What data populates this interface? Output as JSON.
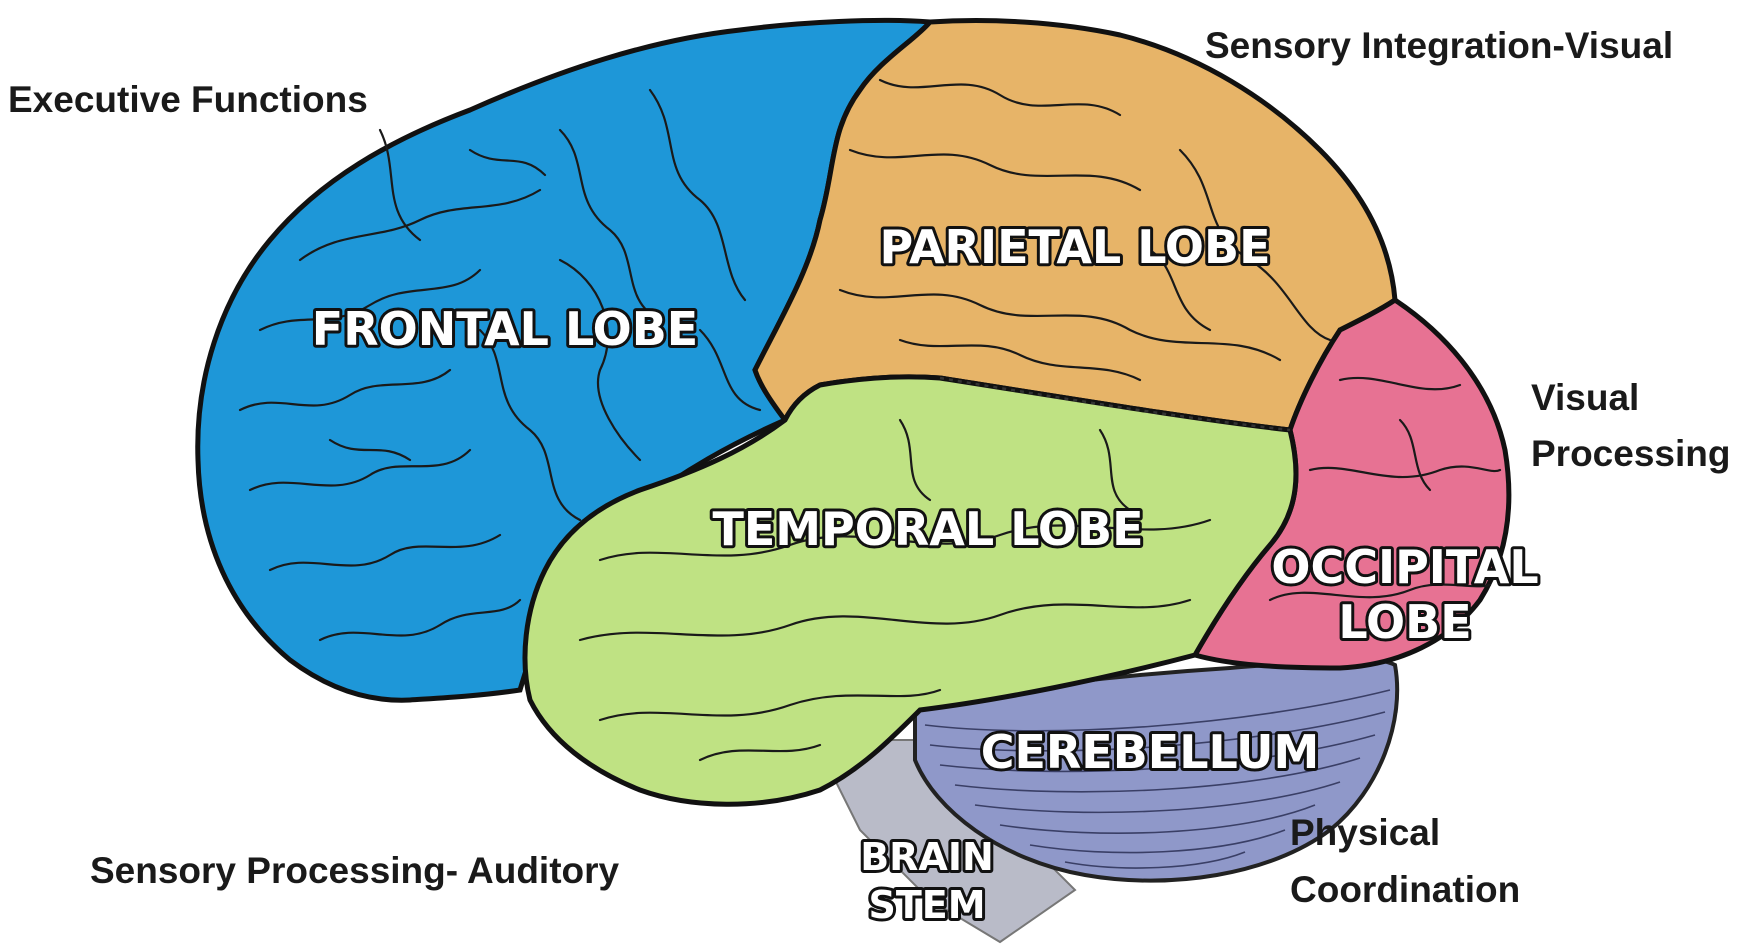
{
  "colors": {
    "frontal": "#1e97d8",
    "parietal": "#e7b468",
    "temporal": "#bfe283",
    "occipital": "#e77293",
    "cerebellum": "#8f98c9",
    "brain_stem": "#b9bbc8",
    "outline": "#111111"
  },
  "lobes": {
    "frontal": "FRONTAL LOBE",
    "parietal": "PARIETAL LOBE",
    "temporal": "TEMPORAL LOBE",
    "occipital_line1": "OCCIPITAL",
    "occipital_line2": "LOBE",
    "cerebellum": "CEREBELLUM",
    "brain_stem_line1": "BRAIN",
    "brain_stem_line2": "STEM"
  },
  "functions": {
    "executive": "Executive Functions",
    "sensory_visual": "Sensory Integration-Visual",
    "visual_line1": "Visual",
    "visual_line2": "Processing",
    "auditory": "Sensory Processing- Auditory",
    "physical_line1": "Physical",
    "physical_line2": "Coordination"
  }
}
